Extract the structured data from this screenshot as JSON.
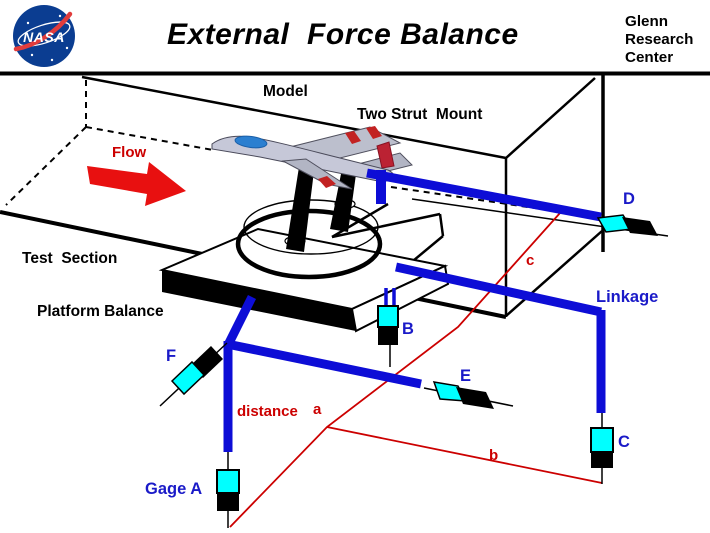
{
  "header": {
    "title": "External  Force Balance",
    "org": {
      "line1": "Glenn",
      "line2": "Research",
      "line3": "Center"
    },
    "logo": {
      "text": "NASA"
    }
  },
  "diagram": {
    "labels": {
      "model": "Model",
      "mount": "Two Strut  Mount",
      "flow": "Flow",
      "test_section": "Test  Section",
      "platform_balance": "Platform Balance",
      "linkage": "Linkage",
      "gage_a": "Gage A",
      "gage_b": "B",
      "gage_c": "C",
      "gage_d": "D",
      "gage_e": "E",
      "gage_f": "F",
      "distance": "distance",
      "dim_a": "a",
      "dim_b": "b",
      "dim_c": "c"
    },
    "colors": {
      "linkage_blue": "#0d0dd6",
      "label_blue": "#1a1ac8",
      "gauge_cyan": "#00ffff",
      "flow_arrow_red": "#e81010",
      "dimension_red": "#cc0000",
      "nasa_blue": "#0b3d91",
      "nasa_swoosh_red": "#e13c3c",
      "aircraft_gray": "#c6c8d8",
      "canopy_blue": "#2b7fd0",
      "line_black": "#000000",
      "background": "#ffffff"
    }
  }
}
